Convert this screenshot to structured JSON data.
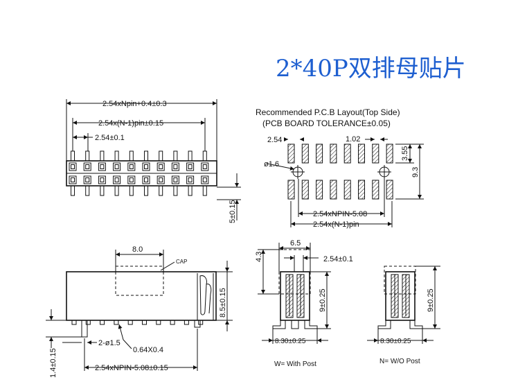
{
  "title": "2*40P双排母贴片",
  "top_view": {
    "dim_overall": "2.54xNpin+0.4±0.3",
    "dim_span": "2.54x(N-1)pin±0.15",
    "dim_pitch": "2.54±0.1",
    "dim_height": "5±0.15"
  },
  "pcb_layout": {
    "title_line1": "Recommended P.C.B Layout(Top Side)",
    "title_line2": "(PCB BOARD TOLERANCE±0.05)",
    "dim_pitch": "2.54",
    "dim_pad_width": "1.02",
    "dim_355": "3.55",
    "dim_93": "9.3",
    "dim_hole": "ø1.6",
    "dim_npin": "2.54xNPIN-5.08",
    "dim_span": "2.54x(N-1)pin"
  },
  "side_view": {
    "dim_80": "8.0",
    "cap_label": "CAP",
    "dim_85": "8.5±0.15",
    "dim_14": "1.4±0.15",
    "dim_post": "2-ø1.5",
    "dim_pin": "0.64X0.4",
    "dim_npin": "2.54xNPIN-5.08±0.15"
  },
  "end_view_post": {
    "dim_65": "6.5",
    "dim_43": "4.3",
    "dim_pitch": "2.54±0.1",
    "dim_height": "9±0.25",
    "dim_width": "8.30±0.25",
    "caption": "W= With Post"
  },
  "end_view_nopost": {
    "dim_height": "9±0.25",
    "dim_width": "8.30±0.25",
    "caption": "N= W/O Post"
  }
}
